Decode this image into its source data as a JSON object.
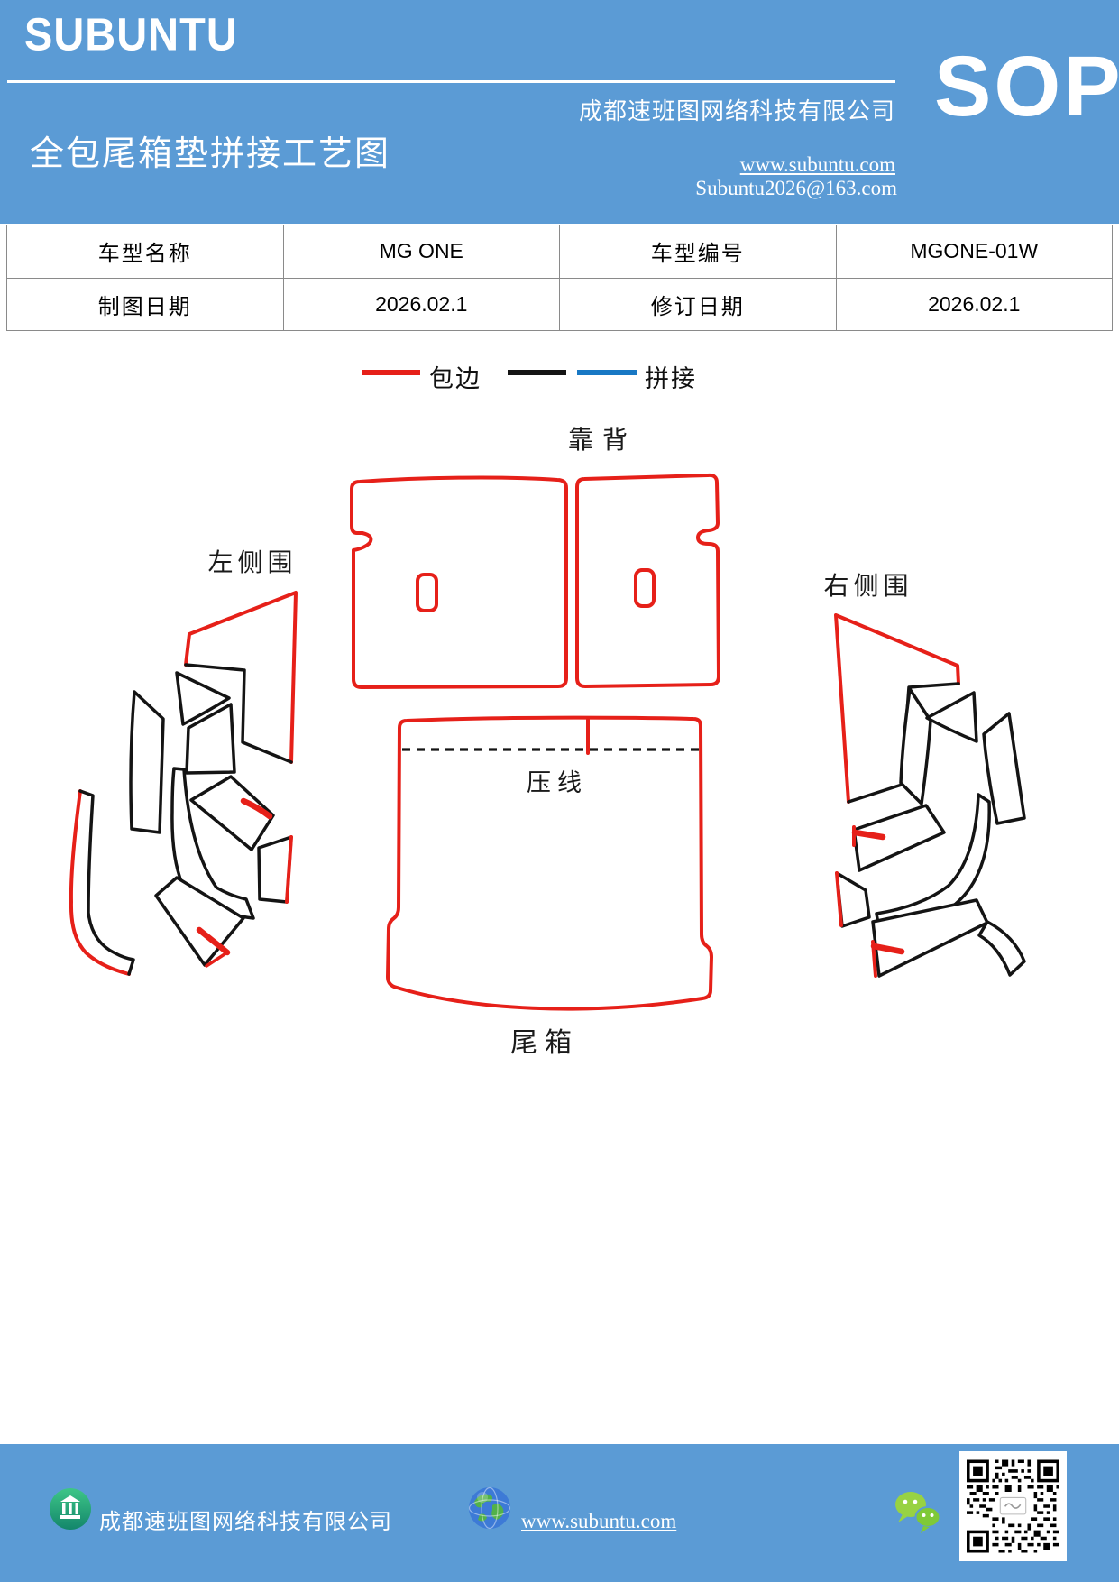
{
  "header": {
    "logo": "SUBUNTU",
    "title": "全包尾箱垫拼接工艺图",
    "company": "成都速班图网络科技有限公司",
    "website": "www.subuntu.com",
    "email": "Subuntu2026@163.com",
    "sop_badge": "SOP",
    "bg_color": "#5b9bd5"
  },
  "info_table": {
    "rows": [
      {
        "label1": "车型名称",
        "value1": "MG ONE",
        "label2": "车型编号",
        "value2": "MGONE-01W"
      },
      {
        "label1": "制图日期",
        "value1": "2026.02.1",
        "label2": "修订日期",
        "value2": "2026.02.1"
      }
    ]
  },
  "legend": {
    "edge_wrap": {
      "label": "包边",
      "color": "#e62019"
    },
    "splice": {
      "label": "拼接",
      "colors": [
        "#141414",
        "#1878c4"
      ]
    }
  },
  "diagram": {
    "backrest_label": "靠背",
    "left_side_label": "左侧围",
    "right_side_label": "右侧围",
    "press_line_label": "压线",
    "trunk_label": "尾箱",
    "edge_wrap_color": "#e62019",
    "cut_line_color": "#141414"
  },
  "footer": {
    "company": "成都速班图网络科技有限公司",
    "website": "www.subuntu.com",
    "bg_color": "#5b9bd5"
  }
}
